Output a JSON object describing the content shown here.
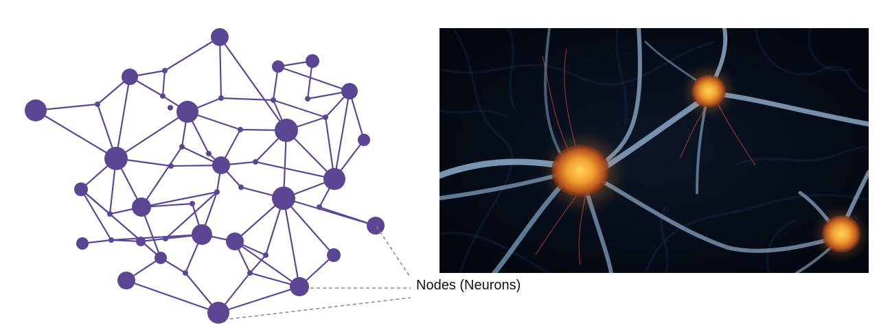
{
  "diagram": {
    "label": "Nodes (Neurons)"
  },
  "colors": {
    "node": "#5b4693",
    "edge": "#5b4693",
    "leader_line": "#8a8a8a",
    "neuron_background": "#02050d",
    "soma_core": "#f2b233",
    "dendrite": "#a6c8ea"
  },
  "icons": {
    "network": "neural-network-graph",
    "photo": "biological-neuron-illustration"
  }
}
